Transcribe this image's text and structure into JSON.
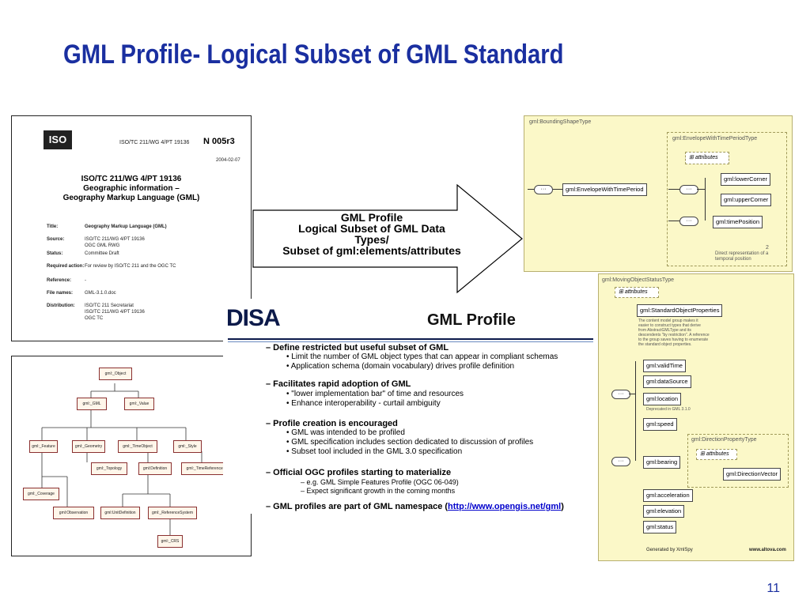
{
  "title": "GML Profile- Logical Subset of GML Standard",
  "page_number": "11",
  "iso_doc": {
    "logo": "ISO",
    "header_ref": "ISO/TC 211/WG 4/PT 19136",
    "doc_number": "N 005r3",
    "date": "2004-02-07",
    "heading1": "ISO/TC 211/WG 4/PT 19136",
    "heading2": "Geographic information –",
    "heading3": "Geography Markup Language (GML)",
    "fields": [
      {
        "label": "Title:",
        "value": "Geography Markup Language (GML)"
      },
      {
        "label": "Source:",
        "value": "ISO/TC 211/WG 4/PT 19136\nOGC GML RWG"
      },
      {
        "label": "Status:",
        "value": "Committee Draft"
      },
      {
        "label": "Required action:",
        "value": "For review by ISO/TC 211 and the OGC TC"
      },
      {
        "label": "Reference:",
        "value": "-"
      },
      {
        "label": "File names:",
        "value": "GML-3.1.0.doc"
      },
      {
        "label": "Distribution:",
        "value": "ISO/TC 211 Secretariat\nISO/TC 211/WG 4/PT 19136\nOGC TC"
      }
    ]
  },
  "uml": {
    "boxes": [
      "gml:_Object",
      "gml:_GML",
      "gml:_Value",
      "gml:_Feature",
      "gml:_Geometry",
      "gml:_TimeObject",
      "gml:_Style",
      "gml:_Topology",
      "gml:Definition",
      "gml:_TimeReferenceSystem",
      "gml:_Coverage",
      "gml:Observation",
      "gml:UnitDefinition",
      "gml:_ReferenceSystem",
      "gml:_CRS"
    ]
  },
  "arrow": {
    "line1": "GML Profile",
    "line2": "Logical Subset of GML Data",
    "line3": "Types/",
    "line4": "Subset of gml:elements/attributes"
  },
  "schema_top": {
    "label": "gml:BoundingShapeType",
    "inner_label": "gml:EnvelopeWithTimePeriodType",
    "attributes": "attributes",
    "envelope": "gml:EnvelopeWithTimePeriod",
    "lower": "gml:lowerCorner",
    "upper": "gml:upperCorner",
    "timepos": "gml:timePosition",
    "count": "2",
    "note": "Direct representation of a temporal position"
  },
  "schema_bottom": {
    "label": "gml:MovingObjectStatusType",
    "attributes": "attributes",
    "std": "gml:StandardObjectProperties",
    "note1": "The content model group makes it easier to construct types that derive from AbstractGMLType and its descendents \"by restriction\". A reference to the group saves having to enumerate the standard object properties.",
    "validtime": "gml:validTime",
    "datasource": "gml:dataSource",
    "location": "gml:location",
    "deprecated": "Deprecated in GML 3.1.0",
    "speed": "gml:speed",
    "dir_label": "gml:DirectionPropertyType",
    "dir_attr": "attributes",
    "bearing": "gml:bearing",
    "dirvec": "gml:DirectionVector",
    "accel": "gml:acceleration",
    "elev": "gml:elevation",
    "status": "gml:status",
    "gen": "Generated by XmlSpy",
    "site": "www.altova.com"
  },
  "gml_profile": {
    "logo": "DISA",
    "title": "GML Profile",
    "bullets": [
      {
        "level": 1,
        "text": "–  Define restricted but useful subset of GML"
      },
      {
        "level": 2,
        "text": "•  Limit the number of GML object types that can appear in compliant schemas"
      },
      {
        "level": 2,
        "text": "•  Application schema (domain vocabulary) drives profile definition"
      },
      {
        "level": 1,
        "text": "–  Facilitates rapid adoption of GML"
      },
      {
        "level": 2,
        "text": "•  \"lower implementation bar\" of time and resources"
      },
      {
        "level": 2,
        "text": "•  Enhance interoperability  - curtail ambiguity"
      },
      {
        "level": 1,
        "text": "–  Profile creation is encouraged"
      },
      {
        "level": 2,
        "text": "•  GML was intended to be profiled"
      },
      {
        "level": 2,
        "text": "•  GML specification includes section dedicated to discussion of profiles"
      },
      {
        "level": 2,
        "text": "•  Subset tool included in the GML 3.0 specification"
      },
      {
        "level": 1,
        "text": "–  Official OGC profiles starting to materialize"
      },
      {
        "level": 3,
        "text": "–  e.g. GML Simple Features Profile (OGC 06-049)"
      },
      {
        "level": 3,
        "text": "–  Expect significant growth in the coming months"
      }
    ],
    "last_prefix": "–  GML profiles are part of GML namespace (",
    "last_link": "http://www.opengis.net/gml",
    "last_suffix": ")"
  }
}
